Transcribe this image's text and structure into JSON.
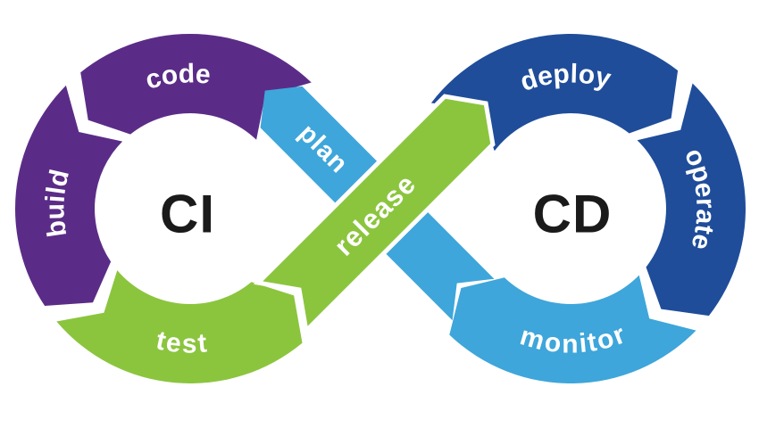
{
  "diagram": {
    "type": "devops-infinity-loop",
    "background": "#ffffff",
    "loops": {
      "ci": {
        "label": "CI"
      },
      "cd": {
        "label": "CD"
      }
    },
    "segments": {
      "plan": {
        "label": "plan",
        "color": "#3ea6da"
      },
      "code": {
        "label": "code",
        "color": "#5b2c87"
      },
      "build": {
        "label": "build",
        "color": "#5b2c87"
      },
      "test": {
        "label": "test",
        "color": "#8bc53e"
      },
      "release": {
        "label": "release",
        "color": "#8bc53e"
      },
      "deploy": {
        "label": "deploy",
        "color": "#1f4d9a"
      },
      "operate": {
        "label": "operate",
        "color": "#1f4d9a"
      },
      "monitor": {
        "label": "monitor",
        "color": "#3ea6da"
      }
    },
    "label_text_color": "#ffffff",
    "center_text_color": "#1a1a1a"
  }
}
